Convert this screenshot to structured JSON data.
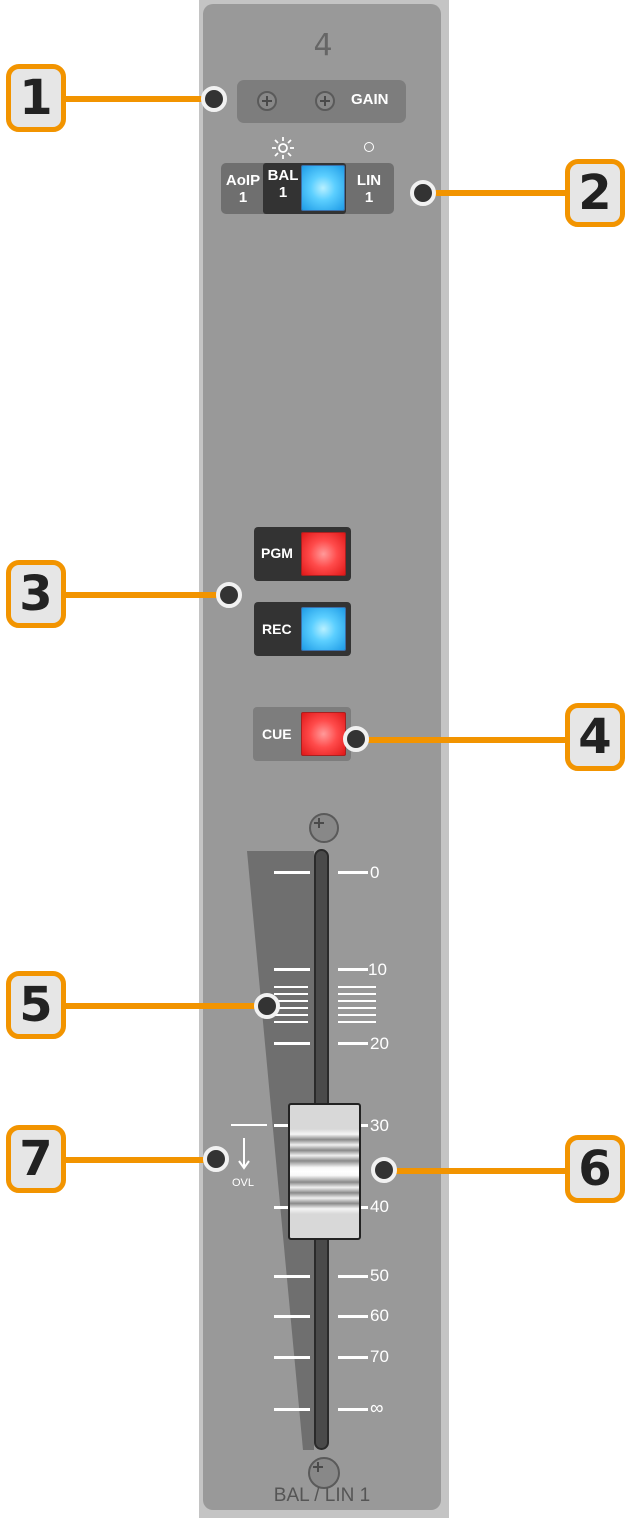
{
  "channel": {
    "number": "4",
    "gain_label": "GAIN",
    "source_select": {
      "aoip_label": "AoIP",
      "aoip_number": "1",
      "bal_label": "BAL",
      "bal_number": "1",
      "lin_label": "LIN",
      "lin_number": "1"
    },
    "buttons": {
      "pgm_label": "PGM",
      "rec_label": "REC",
      "cue_label": "CUE"
    },
    "fader_scale": [
      "0",
      "10",
      "20",
      "30",
      "40",
      "50",
      "60",
      "70",
      "∞"
    ],
    "fader_position_db": "-35",
    "ovl_label": "OVL",
    "bottom_label": "BAL / LIN 1"
  },
  "callouts": [
    "1",
    "2",
    "3",
    "4",
    "5",
    "6",
    "7"
  ],
  "colors": {
    "accent": "#f29400",
    "led_blue": "#3fb8ff",
    "led_red": "#ff3a3a",
    "panel": "#999999"
  }
}
